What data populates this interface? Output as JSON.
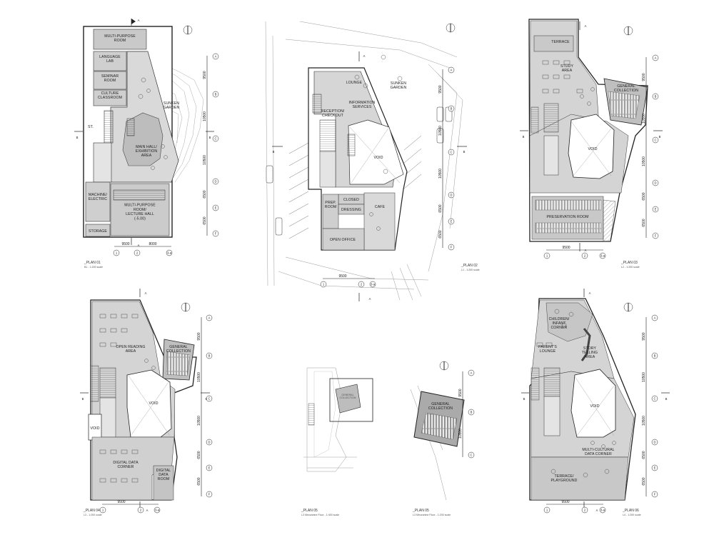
{
  "plans": [
    {
      "id": "plan01",
      "title": "_PLAN 01",
      "scale": "B1 - 1:200 scale",
      "rooms": {
        "multi_purpose_room": "MULTI-PURPOSE\nROOM",
        "language_lab": "LANGUAGE\nLAB",
        "seminar_room": "SEMINAR\nROOM",
        "culture_classroom": "CULTURE\nCLASSROOM",
        "st": "ST.",
        "sunken_garden": "SUNKEN\nGARDEN",
        "main_hall": "MAIN HALL/\nEXHIBITION\nAREA",
        "machine": "MACHINE/\nELECTRIC",
        "lecture_hall": "MULTI-PURPOSE\nROOM/\nLECTURE HALL\n(-5.00)",
        "storage": "STORAGE"
      },
      "dims_h": [
        "9500",
        "8000"
      ],
      "grid_h": [
        "1",
        "2",
        "3-a"
      ],
      "dims_v": [
        "9500",
        "10500",
        "10500",
        "6500",
        "6500"
      ],
      "grid_v": [
        "A",
        "B",
        "C",
        "D",
        "E",
        "F"
      ],
      "section": [
        "A",
        "A",
        "B",
        "B"
      ]
    },
    {
      "id": "plan02",
      "title": "_PLAN 02",
      "scale": "L1 - 1:200 scale",
      "rooms": {
        "lounge": "LOUNGE",
        "sunken_garden": "SUNKEN\nGARDEN",
        "reception": "RECEPTION/\nCHECKOUT",
        "information": "INFORMATION\nSERVICES",
        "void": "VOID",
        "closed": "CLOSED",
        "prep_room": "PREP.\nROOM",
        "dressing": "DRESSING",
        "cafe": "CAFE",
        "open_office": "OPEN OFFICE"
      },
      "dims_h": [
        "9500"
      ],
      "grid_h": [
        "1",
        "2",
        "3-a"
      ],
      "dims_v": [
        "9500",
        "10500",
        "10500",
        "6500",
        "6500"
      ],
      "grid_v": [
        "A",
        "B",
        "C",
        "D",
        "E",
        "F"
      ],
      "section": [
        "A",
        "A",
        "B",
        "B"
      ]
    },
    {
      "id": "plan03",
      "title": "_PLAN 03",
      "scale": "L2 - 1:200 scale",
      "rooms": {
        "terrace": "TERRACE",
        "study_area": "STUDY\nAREA",
        "general_collection": "GENERAL\nCOLLECTION",
        "void": "VOID",
        "preservation_room": "PRESERVATION ROOM"
      },
      "dims_h": [
        "9500"
      ],
      "grid_h": [
        "1",
        "2",
        "3-a"
      ],
      "dims_v": [
        "9500",
        "10500",
        "10500",
        "6500",
        "6500"
      ],
      "grid_v": [
        "A",
        "B",
        "C",
        "D",
        "E",
        "F"
      ],
      "section": [
        "A",
        "A",
        "B",
        "B"
      ]
    },
    {
      "id": "plan04",
      "title": "_PLAN 04",
      "scale": "L3 - 1:200 scale",
      "rooms": {
        "open_reading": "OPEN READING\nAREA",
        "general_collection": "GENERAL\nCOLLECTION",
        "void_left": "VOID",
        "void": "VOID",
        "digital_data_corner": "DIGITAL DATA\nCORNER",
        "digital_data_room": "DIGITAL\nDATA\nROOM"
      },
      "dims_h": [
        "9500"
      ],
      "grid_h": [
        "1",
        "2",
        "3-a"
      ],
      "dims_v": [
        "9500",
        "10500",
        "10500",
        "6500",
        "6500"
      ],
      "grid_v": [
        "A",
        "B",
        "C",
        "D",
        "E",
        "F"
      ],
      "section": [
        "A",
        "A",
        "B",
        "B"
      ]
    },
    {
      "id": "plan05a",
      "title": "_PLAN 05",
      "scale": "L3 Mezzanine Floor - 1:400 scale",
      "rooms": {
        "general_collection": "GENERAL\nCOLLECTION"
      }
    },
    {
      "id": "plan05b",
      "title": "_PLAN 05",
      "scale": "L3 Mezzanine Floor - 1:200 scale",
      "rooms": {
        "general_collection": "GENERAL\nCOLLECTION"
      },
      "dims_v": [
        "9500",
        "10500"
      ],
      "grid_v": [
        "A",
        "B",
        "C"
      ]
    },
    {
      "id": "plan06",
      "title": "_PLAN 06",
      "scale": "L4 - 1:200 scale",
      "rooms": {
        "children": "CHILDREN/\nINFANT\nCORNER",
        "parents": "PARENT'S\nLOUNGE",
        "story": "STORY\nTELLING\nAREA",
        "void": "VOID",
        "multicultural": "MULTI-CULTURAL\nDATA CORNER",
        "terrace": "TERRACE/\nPLAYGROUND"
      },
      "dims_h": [
        "9500"
      ],
      "grid_h": [
        "1",
        "2",
        "3-a"
      ],
      "dims_v": [
        "9500",
        "10500",
        "10500",
        "6500",
        "6500"
      ],
      "grid_v": [
        "A",
        "B",
        "C",
        "D",
        "E",
        "F"
      ],
      "section": [
        "A",
        "A",
        "B",
        "B"
      ]
    }
  ],
  "colors": {
    "ink": "#222222",
    "floor": "#d4d4d4",
    "floor_dark": "#a9a9a9",
    "void": "#ffffff",
    "site_line": "#9a9a9a"
  }
}
